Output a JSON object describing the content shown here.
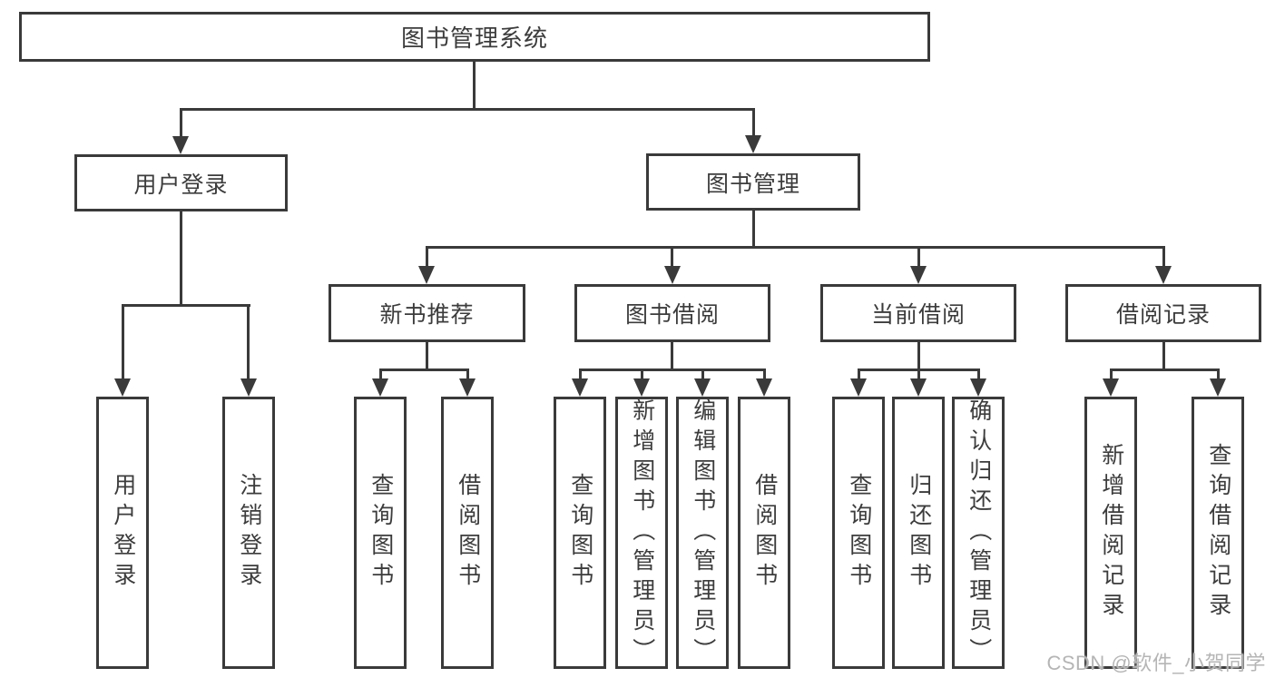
{
  "nodes": {
    "root": "图书管理系统",
    "user_login": "用户登录",
    "book_management": "图书管理",
    "new_book_recommendation": "新书推荐",
    "book_borrowing": "图书借阅",
    "current_borrowing": "当前借阅",
    "borrowing_records": "借阅记录",
    "leaf_user_login": "用户登录",
    "leaf_logout": "注销登录",
    "leaf_rec_query_books": "查询图书",
    "leaf_rec_borrow_books": "借阅图书",
    "leaf_bor_query_books": "查询图书",
    "leaf_bor_add_books": "新增图书（管理员）",
    "leaf_bor_edit_books": "编辑图书（管理员）",
    "leaf_bor_borrow_books": "借阅图书",
    "leaf_cur_query_books": "查询图书",
    "leaf_cur_return_books": "归还图书",
    "leaf_cur_confirm_return": "确认归还（管理员）",
    "leaf_hist_add_record": "新增借阅记录",
    "leaf_hist_query_record": "查询借阅记录"
  },
  "watermark": {
    "text": "CSDN @软件_小贺同学"
  },
  "colors": {
    "line": "#3a3a3a",
    "text": "#3c3c3c",
    "watermark": "#b5b5b5",
    "background": "#ffffff"
  }
}
